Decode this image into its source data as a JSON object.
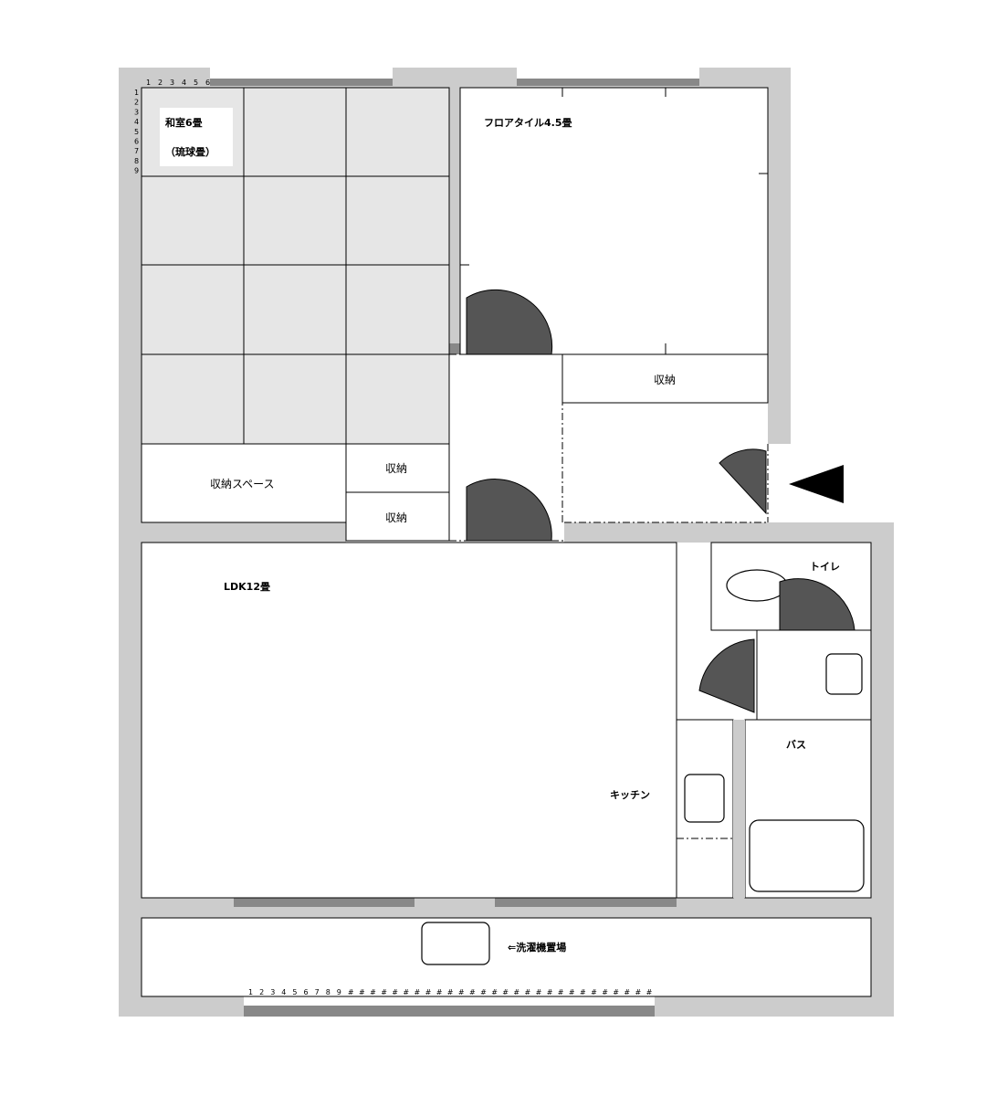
{
  "rooms": {
    "washitsu": "和室6畳",
    "ryukyu": "（琉球畳）",
    "floor_tile": "フロアタイル4.5畳",
    "storage_right": "収納",
    "storage_space": "収納スペース",
    "storage_a": "収納",
    "storage_b": "収納",
    "ldk": "LDK12畳",
    "toilet": "トイレ",
    "bath": "バス",
    "kitchen": "キッチン",
    "laundry": "⇐洗濯機置場"
  },
  "ruler_top": [
    "1",
    "2",
    "3",
    "4",
    "5",
    "6"
  ],
  "ruler_left": [
    "1",
    "2",
    "3",
    "4",
    "5",
    "6",
    "7",
    "8",
    "9"
  ],
  "ruler_bottom": [
    "1",
    "2",
    "3",
    "4",
    "5",
    "6",
    "7",
    "8",
    "9",
    "#",
    "#",
    "#",
    "#",
    "#",
    "#",
    "#",
    "#",
    "#",
    "#",
    "#",
    "#",
    "#",
    "#",
    "#",
    "#",
    "#",
    "#",
    "#",
    "#",
    "#",
    "#",
    "#",
    "#",
    "#",
    "#",
    "#",
    "#"
  ],
  "colors": {
    "wall": "#cccccc",
    "window": "#888888",
    "tatami": "#e6e6e6",
    "door": "#555555",
    "line": "#000000"
  }
}
